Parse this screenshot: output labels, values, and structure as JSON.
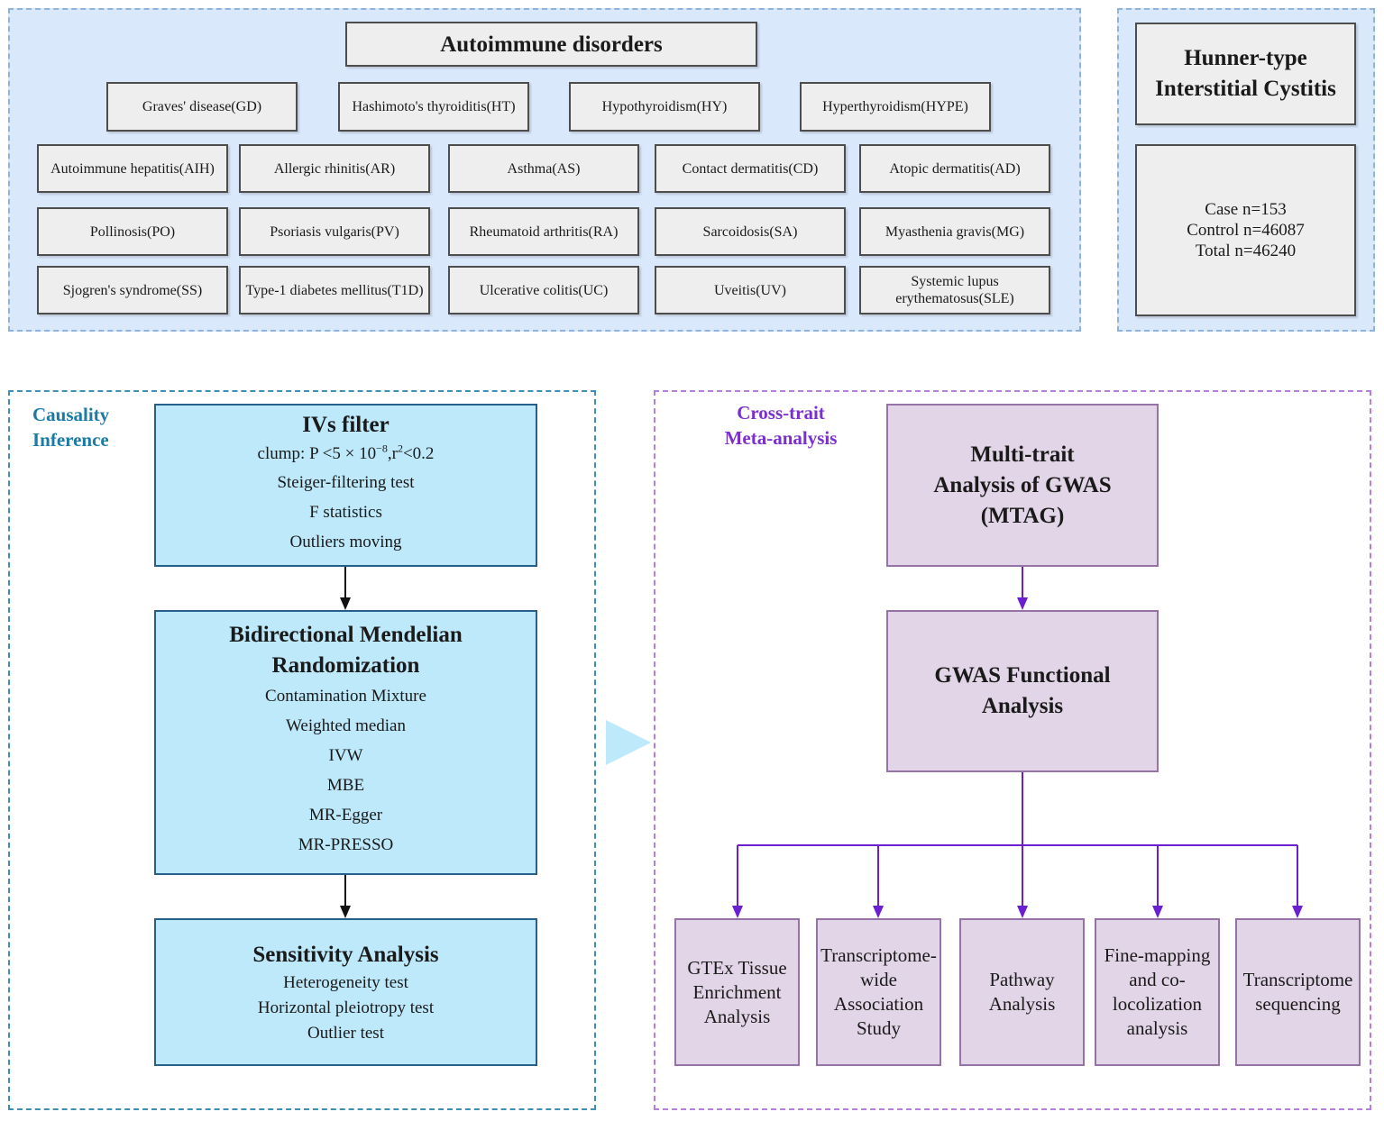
{
  "autoimmune": {
    "title": "Autoimmune disorders",
    "row1": [
      "Graves' disease(GD)",
      "Hashimoto's thyroiditis(HT)",
      "Hypothyroidism(HY)",
      "Hyperthyroidism(HYPE)"
    ],
    "row2": [
      "Autoimmune hepatitis(AIH)",
      "Allergic rhinitis(AR)",
      "Asthma(AS)",
      "Contact dermatitis(CD)",
      "Atopic dermatitis(AD)"
    ],
    "row3": [
      "Pollinosis(PO)",
      "Psoriasis vulgaris(PV)",
      "Rheumatoid arthritis(RA)",
      "Sarcoidosis(SA)",
      "Myasthenia gravis(MG)"
    ],
    "row4": [
      "Sjogren's syndrome(SS)",
      "Type-1 diabetes mellitus(T1D)",
      "Ulcerative colitis(UC)",
      "Uveitis(UV)",
      "Systemic lupus erythematosus(SLE)"
    ]
  },
  "hic": {
    "title_line1": "Hunner-type",
    "title_line2": "Interstitial Cystitis",
    "case": "Case n=153",
    "control": "Control n=46087",
    "total": "Total n=46240"
  },
  "causality": {
    "label_line1": "Causality",
    "label_line2": "Inference",
    "ivs": {
      "title": "IVs filter",
      "clump_prefix": "clump: P <5 × 10",
      "clump_exp": "−8",
      "clump_mid": ",r",
      "clump_exp2": "2",
      "clump_suffix": "<0.2",
      "items": [
        "Steiger-filtering test",
        "F statistics",
        "Outliers moving"
      ]
    },
    "mr": {
      "title_line1": "Bidirectional Mendelian",
      "title_line2": "Randomization",
      "items": [
        "Contamination Mixture",
        "Weighted median",
        "IVW",
        "MBE",
        "MR-Egger",
        "MR-PRESSO"
      ]
    },
    "sensitivity": {
      "title": "Sensitivity Analysis",
      "items": [
        "Heterogeneity test",
        "Horizontal pleiotropy test",
        "Outlier test"
      ]
    }
  },
  "crosstrait": {
    "label_line1": "Cross-trait",
    "label_line2": "Meta-analysis",
    "mtag": [
      "Multi-trait",
      "Analysis of GWAS",
      "(MTAG)"
    ],
    "functional": [
      "GWAS Functional",
      "Analysis"
    ],
    "leaves": [
      [
        "GTEx Tissue",
        "Enrichment",
        "Analysis"
      ],
      [
        "Transcriptome-",
        "wide",
        "Association",
        "Study"
      ],
      [
        "Pathway",
        "Analysis"
      ],
      [
        "Fine-mapping",
        "and co-",
        "locolization",
        "analysis"
      ],
      [
        "Transcriptome",
        "sequencing"
      ]
    ]
  },
  "colors": {
    "blue_panel": "#dae8fc",
    "causality_box": "#bde9fb",
    "purple_box": "#e1d5e7",
    "causality_label": "#1b7ba6",
    "crosstrait_label": "#7a2fd0"
  }
}
